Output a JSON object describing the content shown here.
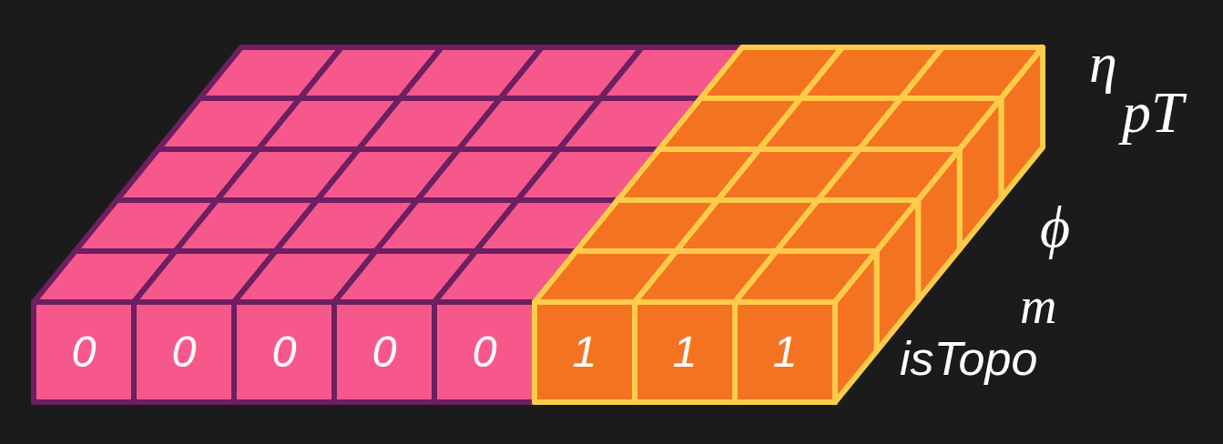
{
  "diagram": {
    "nodes": [
      {
        "text": [
          "0"
        ]
      },
      {
        "text": [
          "0"
        ]
      },
      {
        "text": [
          "0"
        ]
      },
      {
        "text": [
          "0"
        ]
      },
      {
        "text": [
          "0"
        ]
      },
      {
        "text": [
          "1"
        ]
      },
      {
        "text": [
          "1"
        ]
      },
      {
        "text": [
          "1"
        ]
      }
    ],
    "labels": [
      "pT",
      "η",
      "ϕ",
      "m",
      "isTopo"
    ]
  }
}
